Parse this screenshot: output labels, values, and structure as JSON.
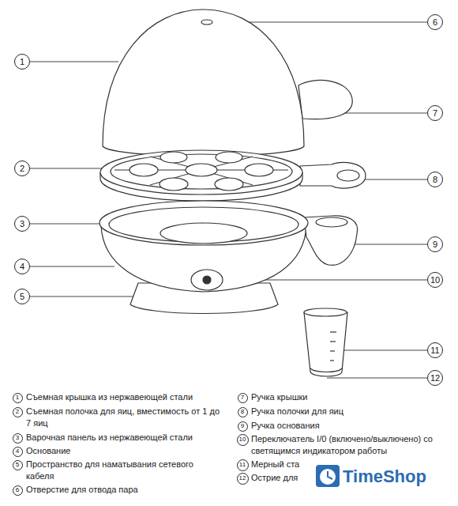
{
  "diagram": {
    "nodes": [
      {
        "text": [
          "1"
        ]
      },
      {
        "text": [
          "2"
        ]
      },
      {
        "text": [
          "3"
        ]
      },
      {
        "text": [
          "4"
        ]
      },
      {
        "text": [
          "5"
        ]
      },
      {
        "text": [
          "6"
        ]
      },
      {
        "text": [
          "7"
        ]
      },
      {
        "text": [
          "8"
        ]
      },
      {
        "text": [
          "9"
        ]
      },
      {
        "text": [
          "10"
        ]
      },
      {
        "text": [
          "11"
        ]
      },
      {
        "text": [
          "12"
        ]
      },
      {
        "text": [
          "1"
        ]
      },
      {
        "text": [
          "2"
        ]
      },
      {
        "text": [
          "3"
        ]
      },
      {
        "text": [
          "4"
        ]
      },
      {
        "text": [
          "5"
        ]
      },
      {
        "text": [
          "6"
        ]
      },
      {
        "text": [
          "7"
        ]
      },
      {
        "text": [
          "8"
        ]
      },
      {
        "text": [
          "9"
        ]
      },
      {
        "text": [
          "10"
        ]
      },
      {
        "text": [
          "11"
        ]
      },
      {
        "text": [
          "12"
        ]
      }
    ],
    "labels": [
      "Съемная крышка из нержавеющей стали",
      "Съемная полочка для яиц, вместимость от 1 до 7 яиц",
      "Варочная панель из нержавеющей стали",
      "Основание",
      "Пространство для наматывания сетевого кабеля",
      "Отверстие для отвода пара",
      "Ручка крышки",
      "Ручка полочки для яиц",
      "Ручка основания",
      "Переключатель I/0 (включено/выключено) со светящимся индикатором работы",
      "Мерный ста",
      "Острие для",
      "TimeShop"
    ]
  }
}
